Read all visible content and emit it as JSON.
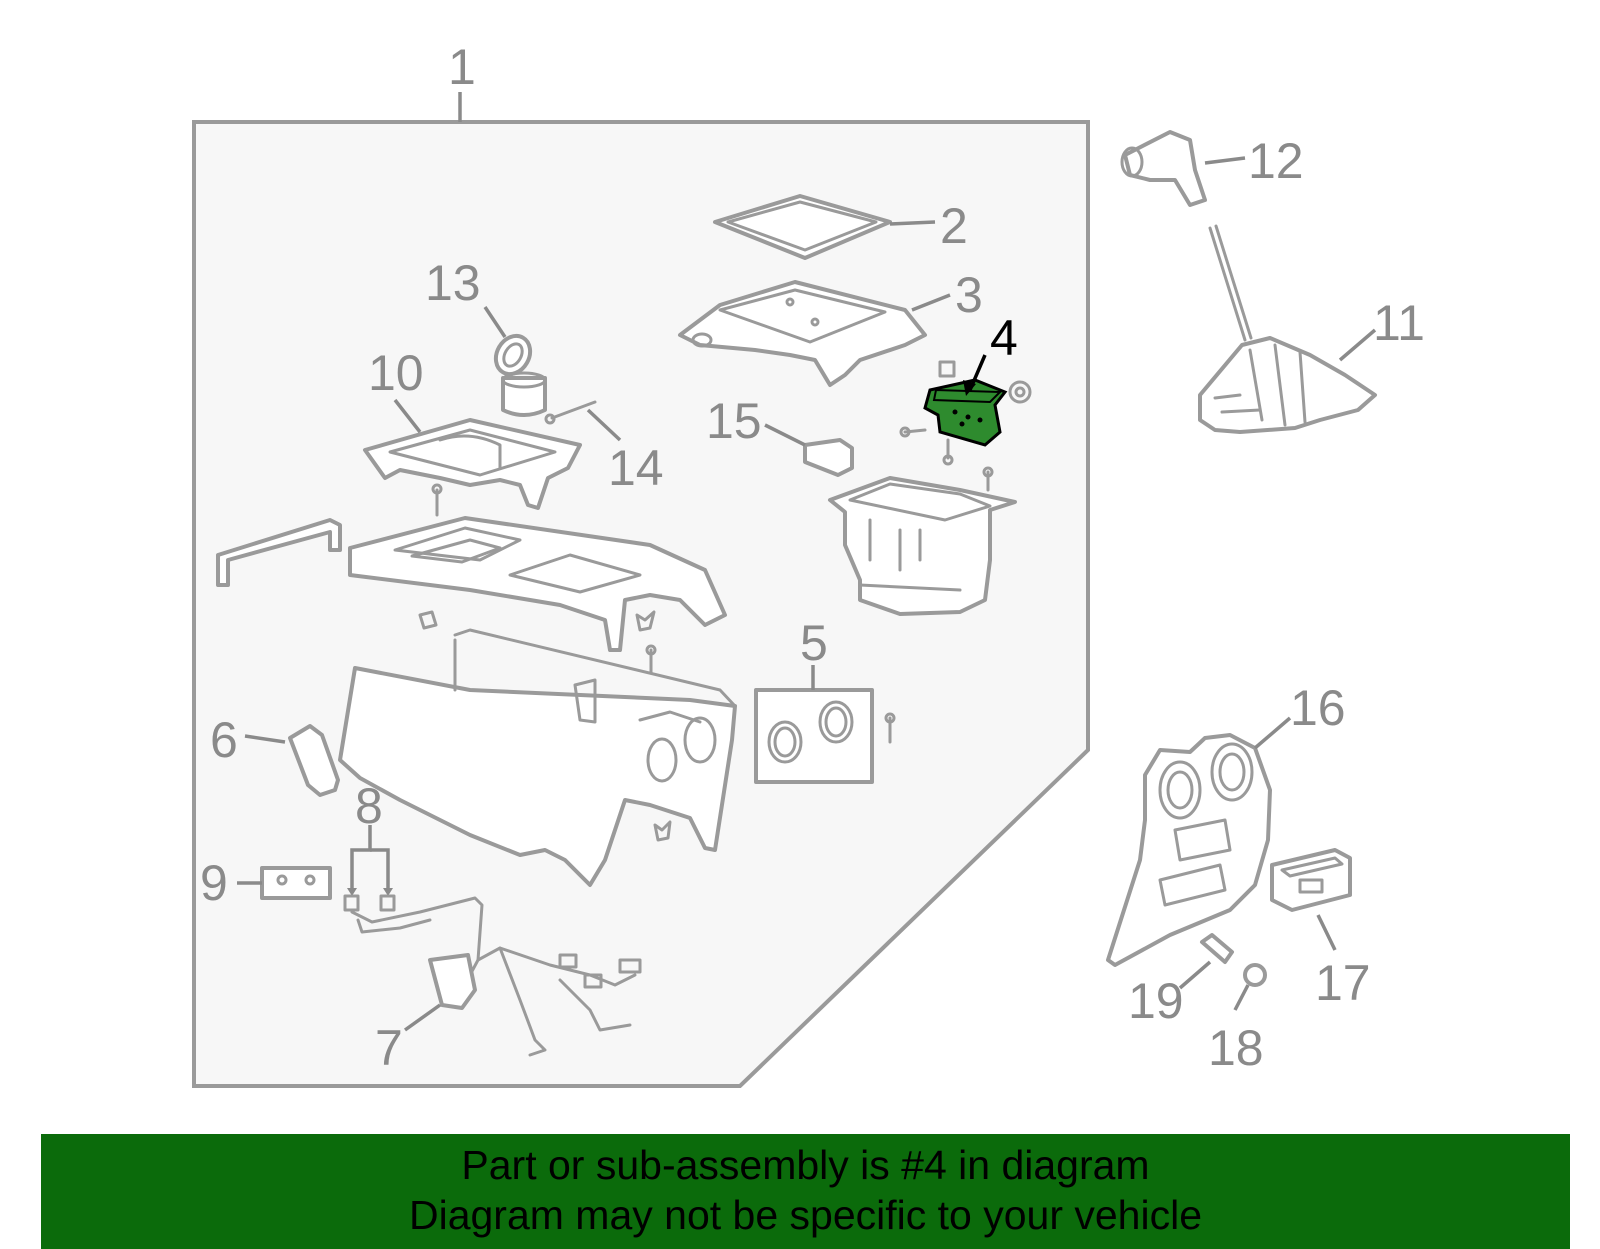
{
  "diagram": {
    "highlight_color": "#2e8b2e",
    "line_color": "#9a9a9a",
    "panel_color": "#f7f7f7",
    "callouts": {
      "c1": "1",
      "c2": "2",
      "c3": "3",
      "c4": "4",
      "c5": "5",
      "c6": "6",
      "c7": "7",
      "c8": "8",
      "c9": "9",
      "c10": "10",
      "c11": "11",
      "c12": "12",
      "c13": "13",
      "c14": "14",
      "c15": "15",
      "c16": "16",
      "c17": "17",
      "c18": "18",
      "c19": "19"
    }
  },
  "banner": {
    "line1": "Part or sub-assembly is #4 in diagram",
    "line2": "Diagram may not be specific to your vehicle",
    "background": "#0b6b0b"
  }
}
